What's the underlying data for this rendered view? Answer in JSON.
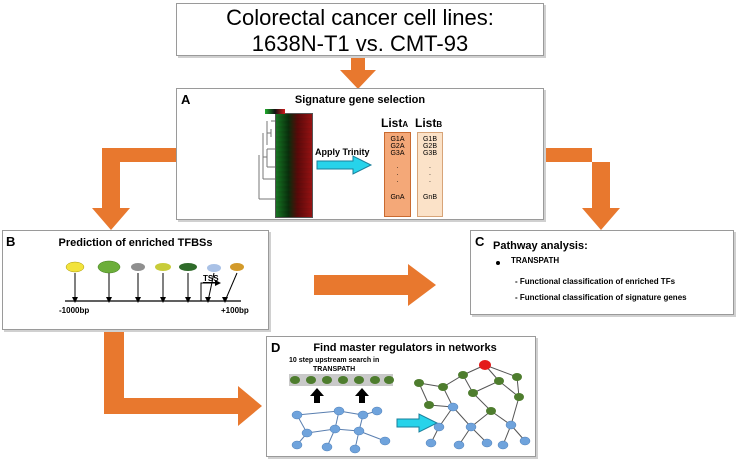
{
  "header": {
    "line1": "Colorectal cancer cell lines:",
    "line2": "1638N-T1 vs. CMT-93"
  },
  "panel_a": {
    "letter": "A",
    "title": "Signature gene selection",
    "arrow_label": "Apply Trinity",
    "list_a": {
      "label": "List",
      "sub": "A",
      "items": [
        "G1A",
        "G2A",
        "G3A",
        ".",
        ".",
        ".",
        "GnA"
      ]
    },
    "list_b": {
      "label": "List",
      "sub": "B",
      "items": [
        "G1B",
        "G2B",
        "G3B",
        ".",
        ".",
        ".",
        "GnB"
      ]
    }
  },
  "panel_b": {
    "letter": "B",
    "title": "Prediction of enriched TFBSs",
    "tss_label": "TSS",
    "left_label": "-1000bp",
    "right_label": "+100bp",
    "pins": [
      {
        "color": "#f2e33c"
      },
      {
        "color": "#6cae3a"
      },
      {
        "color": "#8f8f8f"
      },
      {
        "color": "#c8cc3a"
      },
      {
        "color": "#2f6b2a"
      },
      {
        "color": "#a9c1e6"
      },
      {
        "color": "#d39a2a"
      }
    ]
  },
  "panel_c": {
    "letter": "C",
    "title": "Pathway analysis:",
    "bullet": "TRANSPATH",
    "sub1": "- Functional classification of enriched TFs",
    "sub2": "- Functional classification of signature genes"
  },
  "panel_d": {
    "letter": "D",
    "title": "Find master regulators in networks",
    "note_line1": "10 step upstream search in",
    "note_line2": "TRANSPATH"
  },
  "colors": {
    "arrow": "#e8782e",
    "cyan": "#27d3ea",
    "node_blue": "#6fa3dc",
    "node_green": "#4e7d2e",
    "node_red": "#e41b1b"
  }
}
